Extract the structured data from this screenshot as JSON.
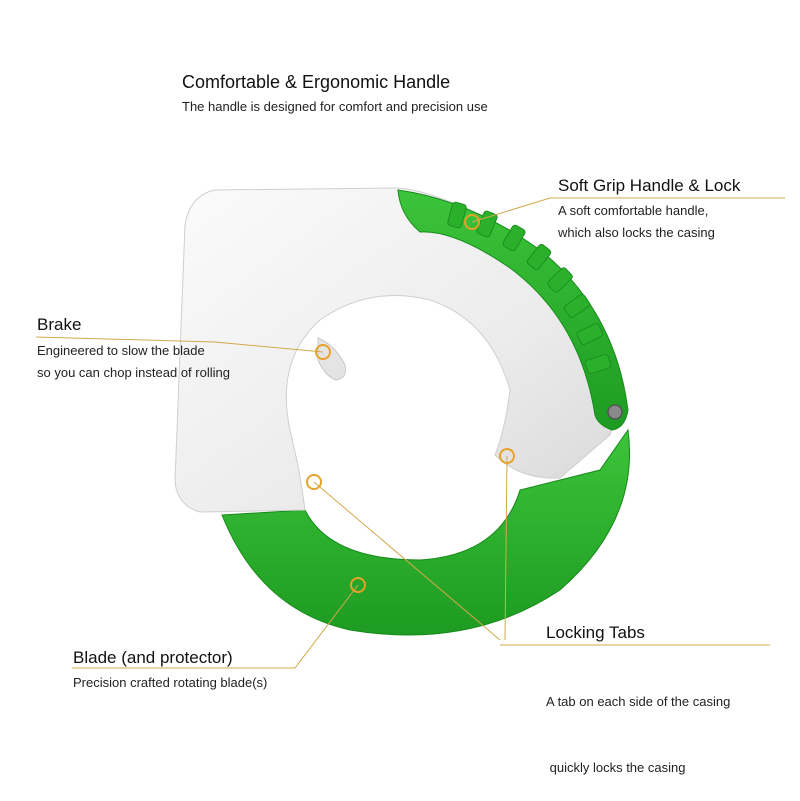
{
  "header": {
    "title": "Comfortable & Ergonomic Handle",
    "subtitle": "The handle is designed for comfort and precision use"
  },
  "callouts": [
    {
      "id": "soft-grip",
      "title": "Soft Grip Handle & Lock",
      "lines": [
        "A soft comfortable handle,",
        "which also locks the casing"
      ]
    },
    {
      "id": "brake",
      "title": "Brake",
      "lines": [
        "Engineered to slow the blade",
        "so you can chop instead of rolling"
      ]
    },
    {
      "id": "blade",
      "title": "Blade (and protector)",
      "lines": [
        "Precision crafted rotating blade(s)"
      ]
    },
    {
      "id": "locking-tabs",
      "title": "Locking Tabs",
      "lines": [
        "A tab on each side of the casing",
        " quickly locks the casing"
      ]
    }
  ],
  "colors": {
    "green": "#2fb52f",
    "green_dark": "#1f9a22",
    "handle_white": "#f1f0f0",
    "leader_line": "#d4a84a",
    "marker": "#e8a12a"
  }
}
